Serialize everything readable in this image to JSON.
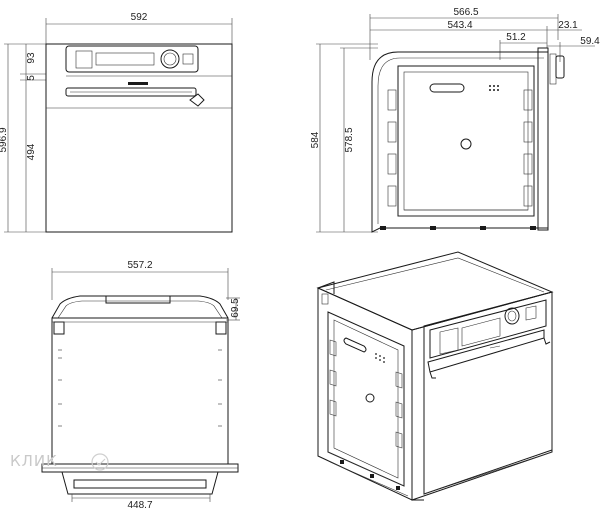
{
  "dimensions": {
    "front": {
      "width": "592",
      "top_a": "5",
      "top_b": "93",
      "height_total": "596.9",
      "height_body": "494"
    },
    "side": {
      "depth_total": "566.5",
      "depth_body": "543.4",
      "depth_front": "23.1",
      "depth_door": "51.2",
      "door_projection": "59.4",
      "height_total": "584",
      "height_body": "578.5"
    },
    "top": {
      "width_inner": "557.2",
      "handle_depth": "69.5",
      "bottom_width": "448.7"
    }
  },
  "watermark": "КЛИК"
}
